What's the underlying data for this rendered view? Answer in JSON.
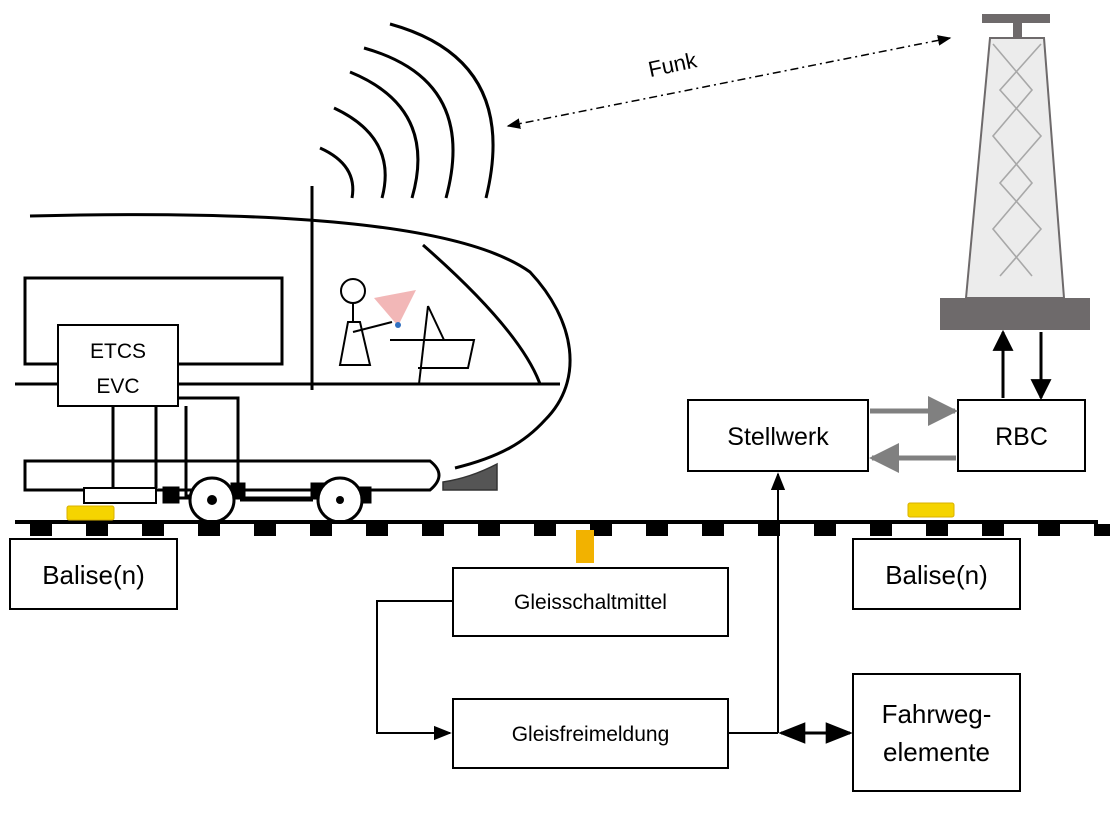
{
  "radio": {
    "label": "Funk"
  },
  "train": {
    "etcs_line1": "ETCS",
    "etcs_line2": "EVC"
  },
  "boxes": {
    "balise_left": "Balise(n)",
    "balise_right": "Balise(n)",
    "stellwerk": "Stellwerk",
    "rbc": "RBC",
    "gleisschaltmittel": "Gleisschaltmittel",
    "gleisfreimeldung": "Gleisfreimeldung",
    "fahrweg_line1": "Fahrweg-",
    "fahrweg_line2": "elemente"
  },
  "colors": {
    "balise": "#f5d400",
    "track_sensor": "#f2b200",
    "tower": "#ececec",
    "tower_base": "#6e6a6b",
    "gray_arrow": "#808080"
  }
}
